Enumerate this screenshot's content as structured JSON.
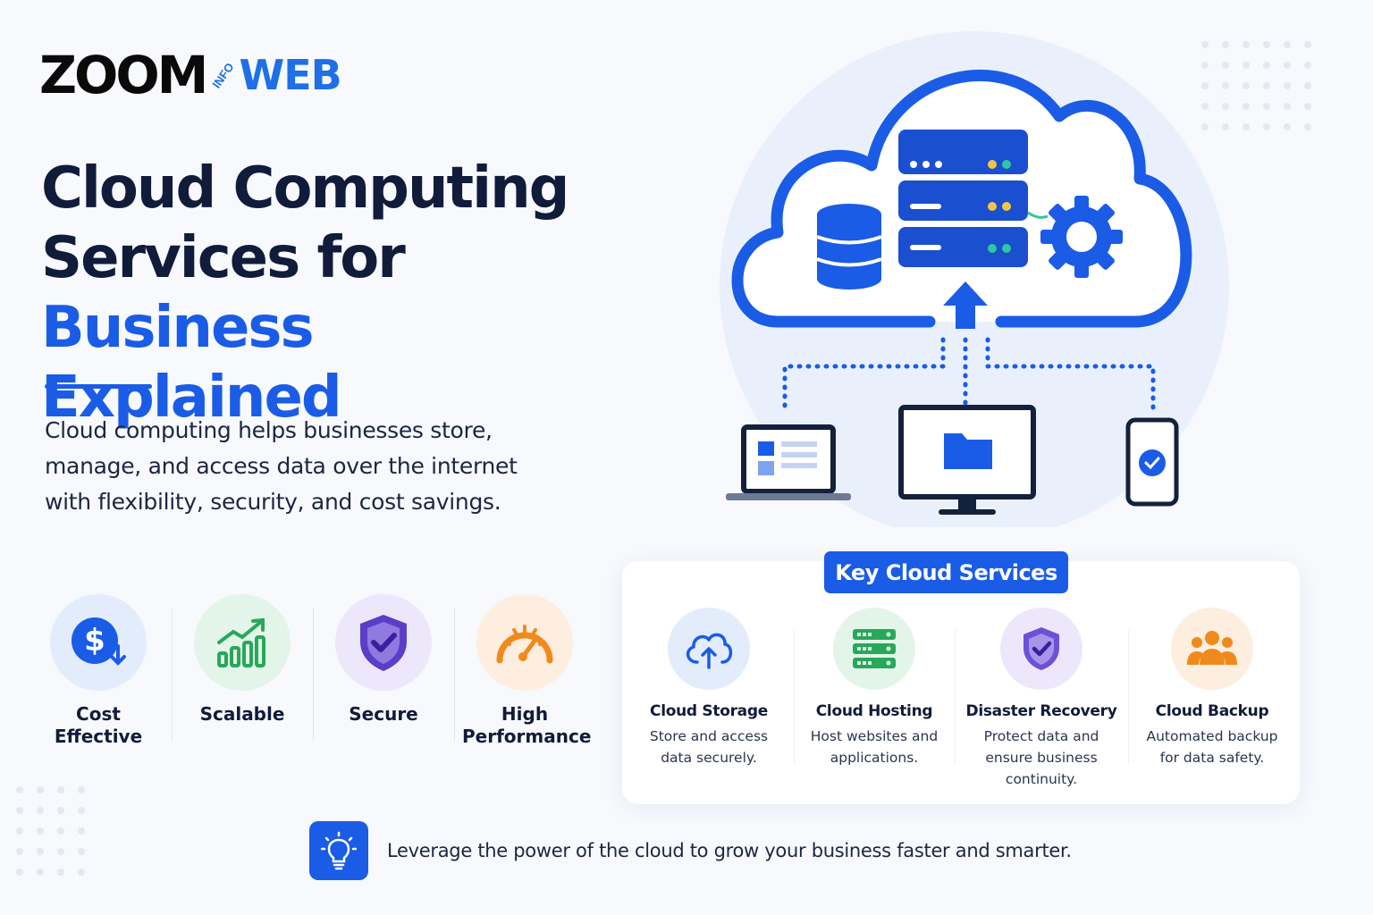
{
  "logo": {
    "part1": "ZOOM",
    "part2": "INFO",
    "part3": "WEB"
  },
  "title": {
    "line1": "Cloud Computing",
    "line2": "Services for",
    "line3": "Business Explained"
  },
  "intro": "Cloud computing helps businesses store, manage, and access data over the internet with flexibility, security, and cost savings.",
  "benefits": [
    {
      "label_line1": "Cost",
      "label_line2": "Effective",
      "icon": "dollar-down-icon"
    },
    {
      "label_line1": "Scalable",
      "label_line2": "",
      "icon": "growth-chart-icon"
    },
    {
      "label_line1": "Secure",
      "label_line2": "",
      "icon": "shield-check-icon"
    },
    {
      "label_line1": "High",
      "label_line2": "Performance",
      "icon": "speedometer-icon"
    }
  ],
  "services_title": "Key Cloud Services",
  "services": [
    {
      "name": "Cloud Storage",
      "desc": "Store and access data securely.",
      "icon": "cloud-upload-icon"
    },
    {
      "name": "Cloud Hosting",
      "desc": "Host websites and applications.",
      "icon": "server-icon"
    },
    {
      "name": "Disaster Recovery",
      "desc": "Protect data and ensure business continuity.",
      "icon": "shield-check-icon"
    },
    {
      "name": "Cloud Backup",
      "desc": "Automated backup for data safety.",
      "icon": "users-icon"
    }
  ],
  "tagline": "Leverage the power of the cloud to grow your business faster and smarter.",
  "colors": {
    "primary": "#1a5ce6",
    "dark": "#111b3a",
    "green": "#27a85a",
    "purple": "#5a3ec8",
    "orange": "#f08a1c"
  }
}
